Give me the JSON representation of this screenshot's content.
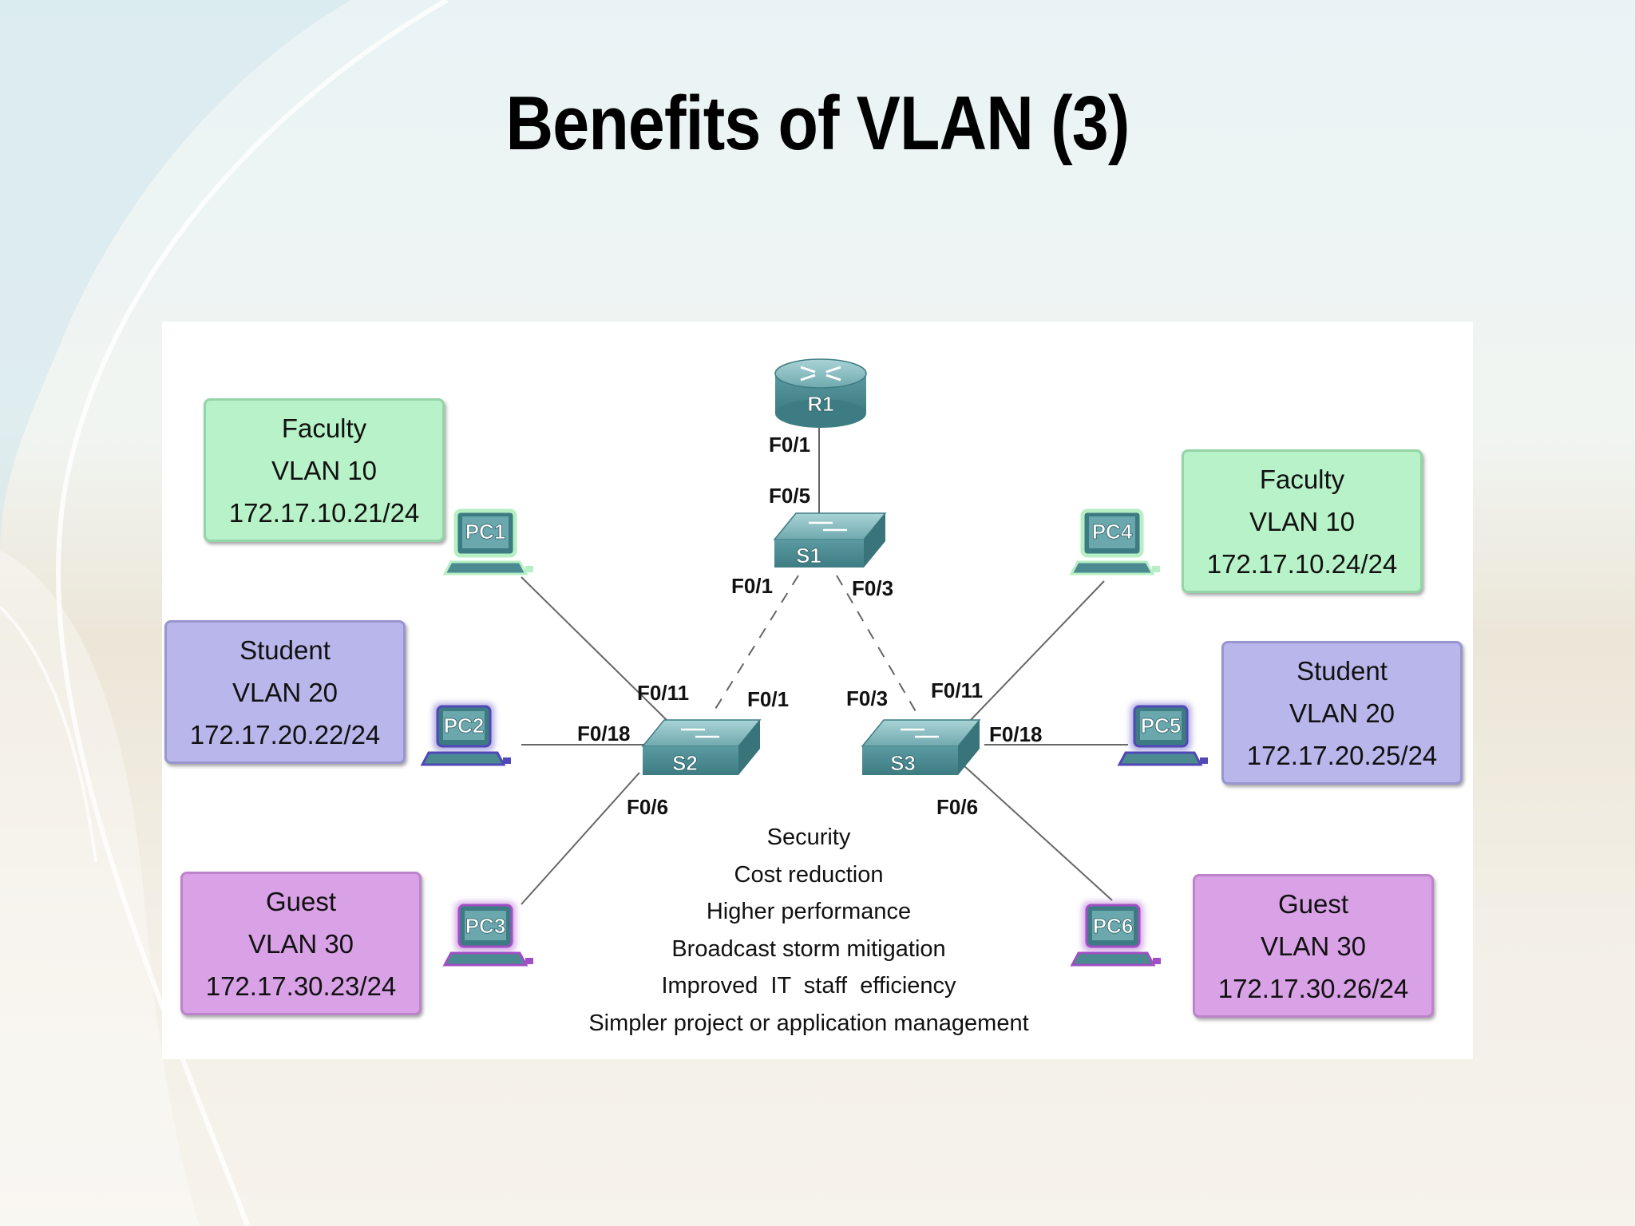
{
  "slide": {
    "title": "Benefits of VLAN (3)"
  },
  "devices": {
    "router": "R1",
    "switches": [
      "S1",
      "S2",
      "S3"
    ],
    "pcs": [
      "PC1",
      "PC2",
      "PC3",
      "PC4",
      "PC5",
      "PC6"
    ]
  },
  "ports": {
    "r1_f01": "F0/1",
    "s1_f05": "F0/5",
    "s1_f01": "F0/1",
    "s1_f03": "F0/3",
    "s2_f011": "F0/11",
    "s2_f01": "F0/1",
    "s2_f018": "F0/18",
    "s2_f06": "F0/6",
    "s3_f03": "F0/3",
    "s3_f011": "F0/11",
    "s3_f018": "F0/18",
    "s3_f06": "F0/6"
  },
  "vlans": {
    "pc1": {
      "name": "Faculty",
      "vlan": "VLAN 10",
      "ip": "172.17.10.21/24"
    },
    "pc2": {
      "name": "Student",
      "vlan": "VLAN 20",
      "ip": "172.17.20.22/24"
    },
    "pc3": {
      "name": "Guest",
      "vlan": "VLAN 30",
      "ip": "172.17.30.23/24"
    },
    "pc4": {
      "name": "Faculty",
      "vlan": "VLAN 10",
      "ip": "172.17.10.24/24"
    },
    "pc5": {
      "name": "Student",
      "vlan": "VLAN 20",
      "ip": "172.17.20.25/24"
    },
    "pc6": {
      "name": "Guest",
      "vlan": "VLAN 30",
      "ip": "172.17.30.26/24"
    }
  },
  "benefits": [
    "Security",
    "Cost reduction",
    "Higher performance",
    "Broadcast storm mitigation",
    "Improved  IT  staff  efficiency",
    "Simpler project or application management"
  ],
  "colors": {
    "faculty": "#b8f2c8",
    "student": "#b8b6ea",
    "guest": "#d9a2e6",
    "device_teal": "#4f9299"
  }
}
